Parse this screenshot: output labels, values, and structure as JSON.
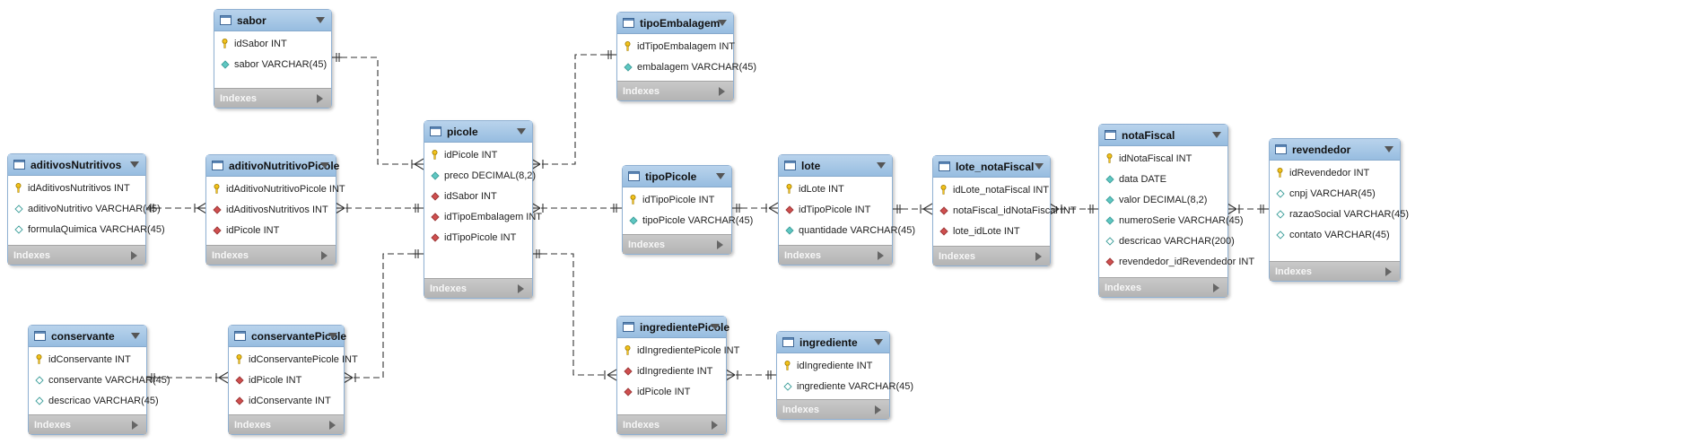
{
  "indexes_label": "Indexes",
  "tables": [
    {
      "id": "sabor",
      "name": "sabor",
      "columns": [
        {
          "name": "idSabor INT",
          "kind": "pk"
        },
        {
          "name": "sabor VARCHAR(45)",
          "kind": "attr"
        }
      ]
    },
    {
      "id": "tipoEmbalagem",
      "name": "tipoEmbalagem",
      "columns": [
        {
          "name": "idTipoEmbalagem INT",
          "kind": "pk"
        },
        {
          "name": "embalagem VARCHAR(45)",
          "kind": "attr"
        }
      ]
    },
    {
      "id": "aditivosNutritivos",
      "name": "aditivosNutritivos",
      "columns": [
        {
          "name": "idAditivosNutritivos INT",
          "kind": "pk"
        },
        {
          "name": "aditivoNutritivo VARCHAR(45)",
          "kind": "attr-null"
        },
        {
          "name": "formulaQuimica VARCHAR(45)",
          "kind": "attr-null"
        }
      ]
    },
    {
      "id": "aditivoNutritivoPicole",
      "name": "aditivoNutritivoPicole",
      "columns": [
        {
          "name": "idAditivoNutritivoPicole INT",
          "kind": "pk"
        },
        {
          "name": "idAditivosNutritivos INT",
          "kind": "fk"
        },
        {
          "name": "idPicole INT",
          "kind": "fk"
        }
      ]
    },
    {
      "id": "picole",
      "name": "picole",
      "columns": [
        {
          "name": "idPicole INT",
          "kind": "pk"
        },
        {
          "name": "preco DECIMAL(8,2)",
          "kind": "attr"
        },
        {
          "name": "idSabor INT",
          "kind": "fk"
        },
        {
          "name": "idTipoEmbalagem INT",
          "kind": "fk"
        },
        {
          "name": "idTipoPicole INT",
          "kind": "fk"
        }
      ]
    },
    {
      "id": "tipoPicole",
      "name": "tipoPicole",
      "columns": [
        {
          "name": "idTipoPicole INT",
          "kind": "pk"
        },
        {
          "name": "tipoPicole VARCHAR(45)",
          "kind": "attr"
        }
      ]
    },
    {
      "id": "lote",
      "name": "lote",
      "columns": [
        {
          "name": "idLote INT",
          "kind": "pk"
        },
        {
          "name": "idTipoPicole INT",
          "kind": "fk"
        },
        {
          "name": "quantidade VARCHAR(45)",
          "kind": "attr"
        }
      ]
    },
    {
      "id": "lote_notaFiscal",
      "name": "lote_notaFiscal",
      "columns": [
        {
          "name": "idLote_notaFiscal INT",
          "kind": "pk"
        },
        {
          "name": "notaFiscal_idNotaFiscal INT",
          "kind": "fk"
        },
        {
          "name": "lote_idLote INT",
          "kind": "fk"
        }
      ]
    },
    {
      "id": "notaFiscal",
      "name": "notaFiscal",
      "columns": [
        {
          "name": "idNotaFiscal INT",
          "kind": "pk"
        },
        {
          "name": "data DATE",
          "kind": "attr"
        },
        {
          "name": "valor DECIMAL(8,2)",
          "kind": "attr"
        },
        {
          "name": "numeroSerie VARCHAR(45)",
          "kind": "attr"
        },
        {
          "name": "descricao VARCHAR(200)",
          "kind": "attr-null"
        },
        {
          "name": "revendedor_idRevendedor INT",
          "kind": "fk"
        }
      ]
    },
    {
      "id": "revendedor",
      "name": "revendedor",
      "columns": [
        {
          "name": "idRevendedor INT",
          "kind": "pk"
        },
        {
          "name": "cnpj VARCHAR(45)",
          "kind": "attr-null"
        },
        {
          "name": "razaoSocial VARCHAR(45)",
          "kind": "attr-null"
        },
        {
          "name": "contato VARCHAR(45)",
          "kind": "attr-null"
        }
      ]
    },
    {
      "id": "conservante",
      "name": "conservante",
      "columns": [
        {
          "name": "idConservante INT",
          "kind": "pk"
        },
        {
          "name": "conservante VARCHAR(45)",
          "kind": "attr-null"
        },
        {
          "name": "descricao VARCHAR(45)",
          "kind": "attr-null"
        }
      ]
    },
    {
      "id": "conservantePicole",
      "name": "conservantePicole",
      "columns": [
        {
          "name": "idConservantePicole INT",
          "kind": "pk"
        },
        {
          "name": "idPicole INT",
          "kind": "fk"
        },
        {
          "name": "idConservante INT",
          "kind": "fk"
        }
      ]
    },
    {
      "id": "ingredientePicole",
      "name": "ingredientePicole",
      "columns": [
        {
          "name": "idIngredientePicole INT",
          "kind": "pk"
        },
        {
          "name": "idIngrediente INT",
          "kind": "fk"
        },
        {
          "name": "idPicole INT",
          "kind": "fk"
        }
      ]
    },
    {
      "id": "ingrediente",
      "name": "ingrediente",
      "columns": [
        {
          "name": "idIngrediente INT",
          "kind": "pk"
        },
        {
          "name": "ingrediente VARCHAR(45)",
          "kind": "attr-null"
        }
      ]
    }
  ],
  "relationships": [
    {
      "from": "sabor",
      "to": "picole"
    },
    {
      "from": "tipoEmbalagem",
      "to": "picole"
    },
    {
      "from": "aditivosNutritivos",
      "to": "aditivoNutritivoPicole"
    },
    {
      "from": "picole",
      "to": "aditivoNutritivoPicole"
    },
    {
      "from": "tipoPicole",
      "to": "picole"
    },
    {
      "from": "tipoPicole",
      "to": "lote"
    },
    {
      "from": "lote",
      "to": "lote_notaFiscal"
    },
    {
      "from": "notaFiscal",
      "to": "lote_notaFiscal"
    },
    {
      "from": "revendedor",
      "to": "notaFiscal"
    },
    {
      "from": "conservante",
      "to": "conservantePicole"
    },
    {
      "from": "picole",
      "to": "conservantePicole"
    },
    {
      "from": "picole",
      "to": "ingredientePicole"
    },
    {
      "from": "ingrediente",
      "to": "ingredientePicole"
    }
  ],
  "colors": {
    "header": "#a6c7e7",
    "indexes": "#bdbdbd",
    "pk": "#f2c21b",
    "fk": "#cf4f4f",
    "attr": "#5fc7c2",
    "connector": "#333333"
  }
}
